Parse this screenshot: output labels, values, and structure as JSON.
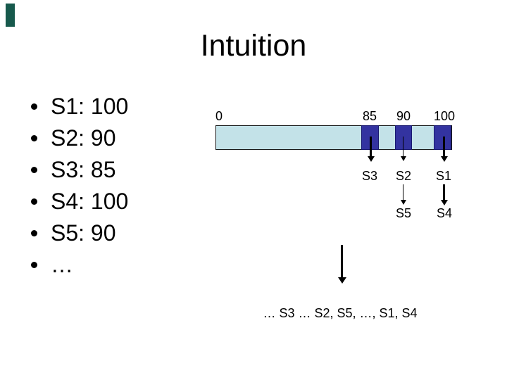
{
  "slide": {
    "title": "Intuition",
    "bullets": [
      "S1: 100",
      "S2: 90",
      "S3: 85",
      "S4: 100",
      "S5: 90",
      "…"
    ],
    "diagram": {
      "axis_labels": [
        "0",
        "85",
        "90",
        "100"
      ],
      "row1_labels": [
        "S3",
        "S2",
        "S1"
      ],
      "row2_labels": [
        "S5",
        "S4"
      ],
      "result_text": "… S3 … S2, S5, …, S1, S4",
      "colors": {
        "bar_fill": "#C3E2E8",
        "segment_fill": "#3333A0",
        "arrow": "#000000",
        "corner_mark": "#17594C",
        "text": "#000000"
      }
    }
  }
}
